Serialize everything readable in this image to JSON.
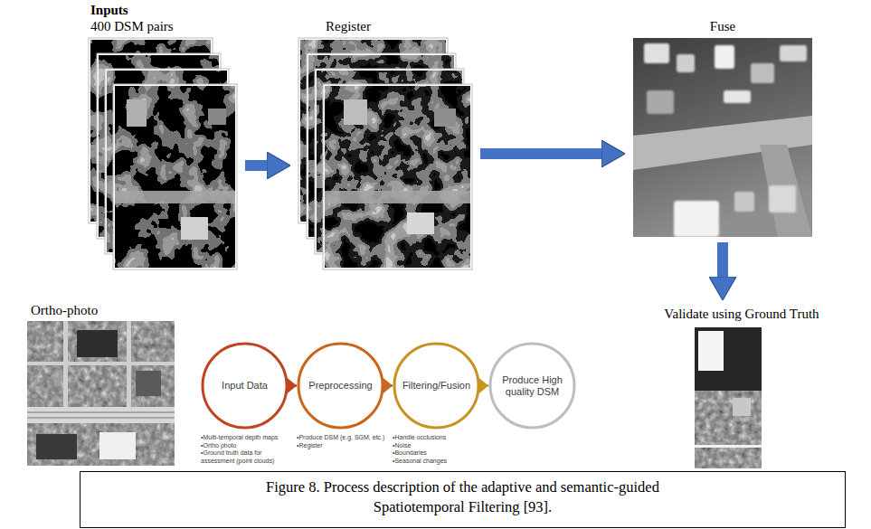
{
  "diagram": {
    "caption": "Figure 8. Process description of the adaptive and semantic-guided Spatiotemporal Filtering [93].",
    "nodes": [
      {
        "text": [
          "Inputs",
          "400 DSM pairs"
        ]
      },
      {
        "text": [
          "Register"
        ]
      },
      {
        "text": [
          "Fuse"
        ]
      },
      {
        "text": [
          "Ortho-photo"
        ]
      },
      {
        "text": [
          "Input Data",
          "•Multi-temporal depth maps",
          "•Ortho photo",
          "•Ground truth data for assessment (point clouds)"
        ]
      },
      {
        "text": [
          "Preprocessing",
          "•Produce DSM (e.g. SGM, etc.)",
          "•Register"
        ]
      },
      {
        "text": [
          "Filtering/Fusion",
          "•Handle occlusions",
          "•Noise",
          "•Boundaries",
          "•Seasonal changes"
        ]
      },
      {
        "text": [
          "Produce High quality DSM"
        ]
      },
      {
        "text": [
          "Validate using Ground Truth"
        ]
      }
    ],
    "edges": [
      {
        "from": 0,
        "to": 1,
        "arrow": "to"
      },
      {
        "from": 1,
        "to": 2,
        "arrow": "to"
      },
      {
        "from": 2,
        "to": 8,
        "arrow": "to"
      },
      {
        "from": 4,
        "to": 5,
        "arrow": "to"
      },
      {
        "from": 5,
        "to": 6,
        "arrow": "to"
      },
      {
        "from": 6,
        "to": 7,
        "arrow": "to"
      }
    ]
  }
}
